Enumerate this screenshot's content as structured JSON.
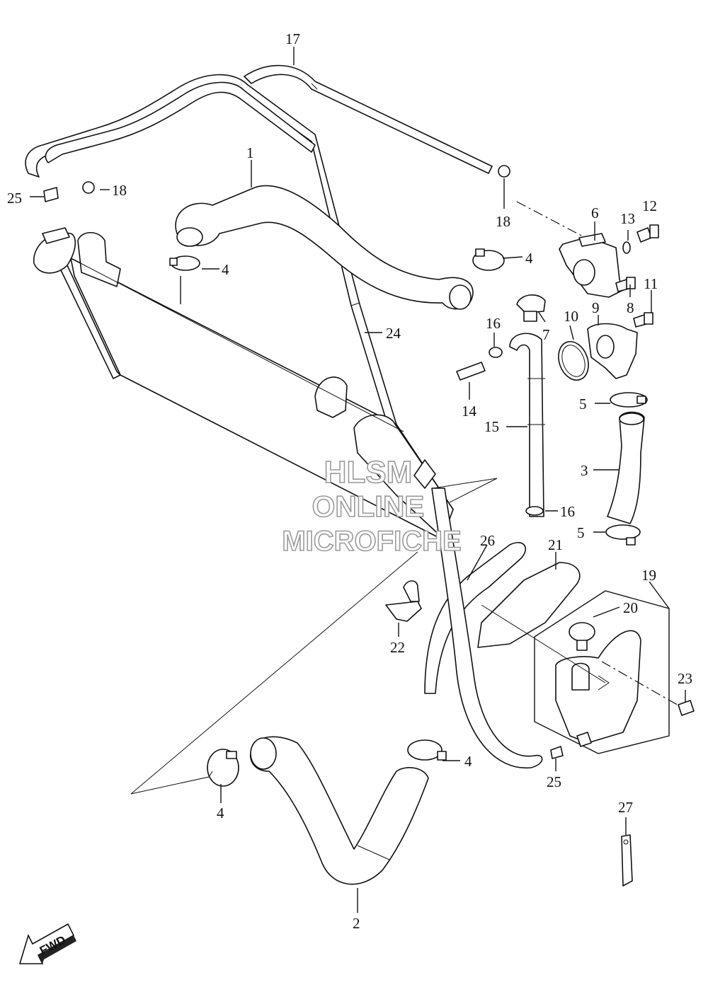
{
  "callouts": [
    "1",
    "2",
    "3",
    "4",
    "5",
    "6",
    "7",
    "8",
    "9",
    "10",
    "11",
    "12",
    "13",
    "14",
    "15",
    "16",
    "17",
    "18",
    "19",
    "20",
    "21",
    "22",
    "23",
    "24",
    "25",
    "26",
    "27"
  ],
  "watermark": {
    "line1": "HLSM",
    "line2": "ONLINE",
    "line3": "MICROFICHE"
  },
  "fwd_label": "FWD"
}
